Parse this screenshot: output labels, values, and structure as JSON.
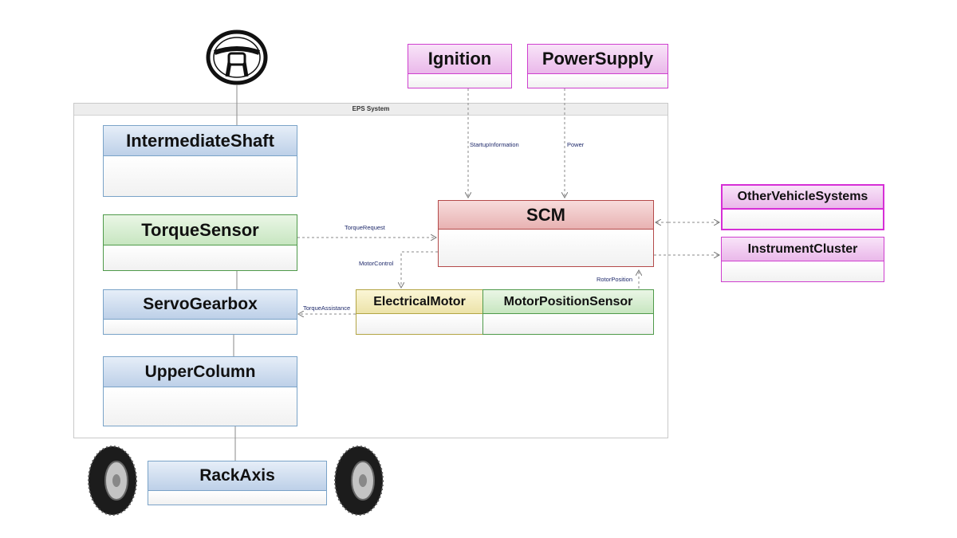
{
  "system": {
    "title": "EPS System"
  },
  "blocks": {
    "intermediate_shaft": "IntermediateShaft",
    "torque_sensor": "TorqueSensor",
    "servo_gearbox": "ServoGearbox",
    "upper_column": "UpperColumn",
    "rack_axis": "RackAxis",
    "scm": "SCM",
    "electrical_motor": "ElectricalMotor",
    "motor_position_sensor": "MotorPositionSensor",
    "ignition": "Ignition",
    "power_supply": "PowerSupply",
    "other_vehicle_systems": "OtherVehicleSystems",
    "instrument_cluster": "InstrumentCluster"
  },
  "connections": {
    "startup_information": "StartupInformation",
    "power": "Power",
    "torque_request": "TorqueRequest",
    "motor_control": "MotorControl",
    "rotor_position": "RotorPosition",
    "torque_assistance": "TorqueAssistance"
  },
  "icons": [
    "steering-wheel-icon",
    "tire-icon"
  ],
  "colors": {
    "mechanical": "#bdd0e8",
    "sensor": "#c7e6c0",
    "controller": "#e8b2b2",
    "actuator": "#ece3a9",
    "external": "#eab8ea",
    "connector": "#1f2a6b"
  }
}
